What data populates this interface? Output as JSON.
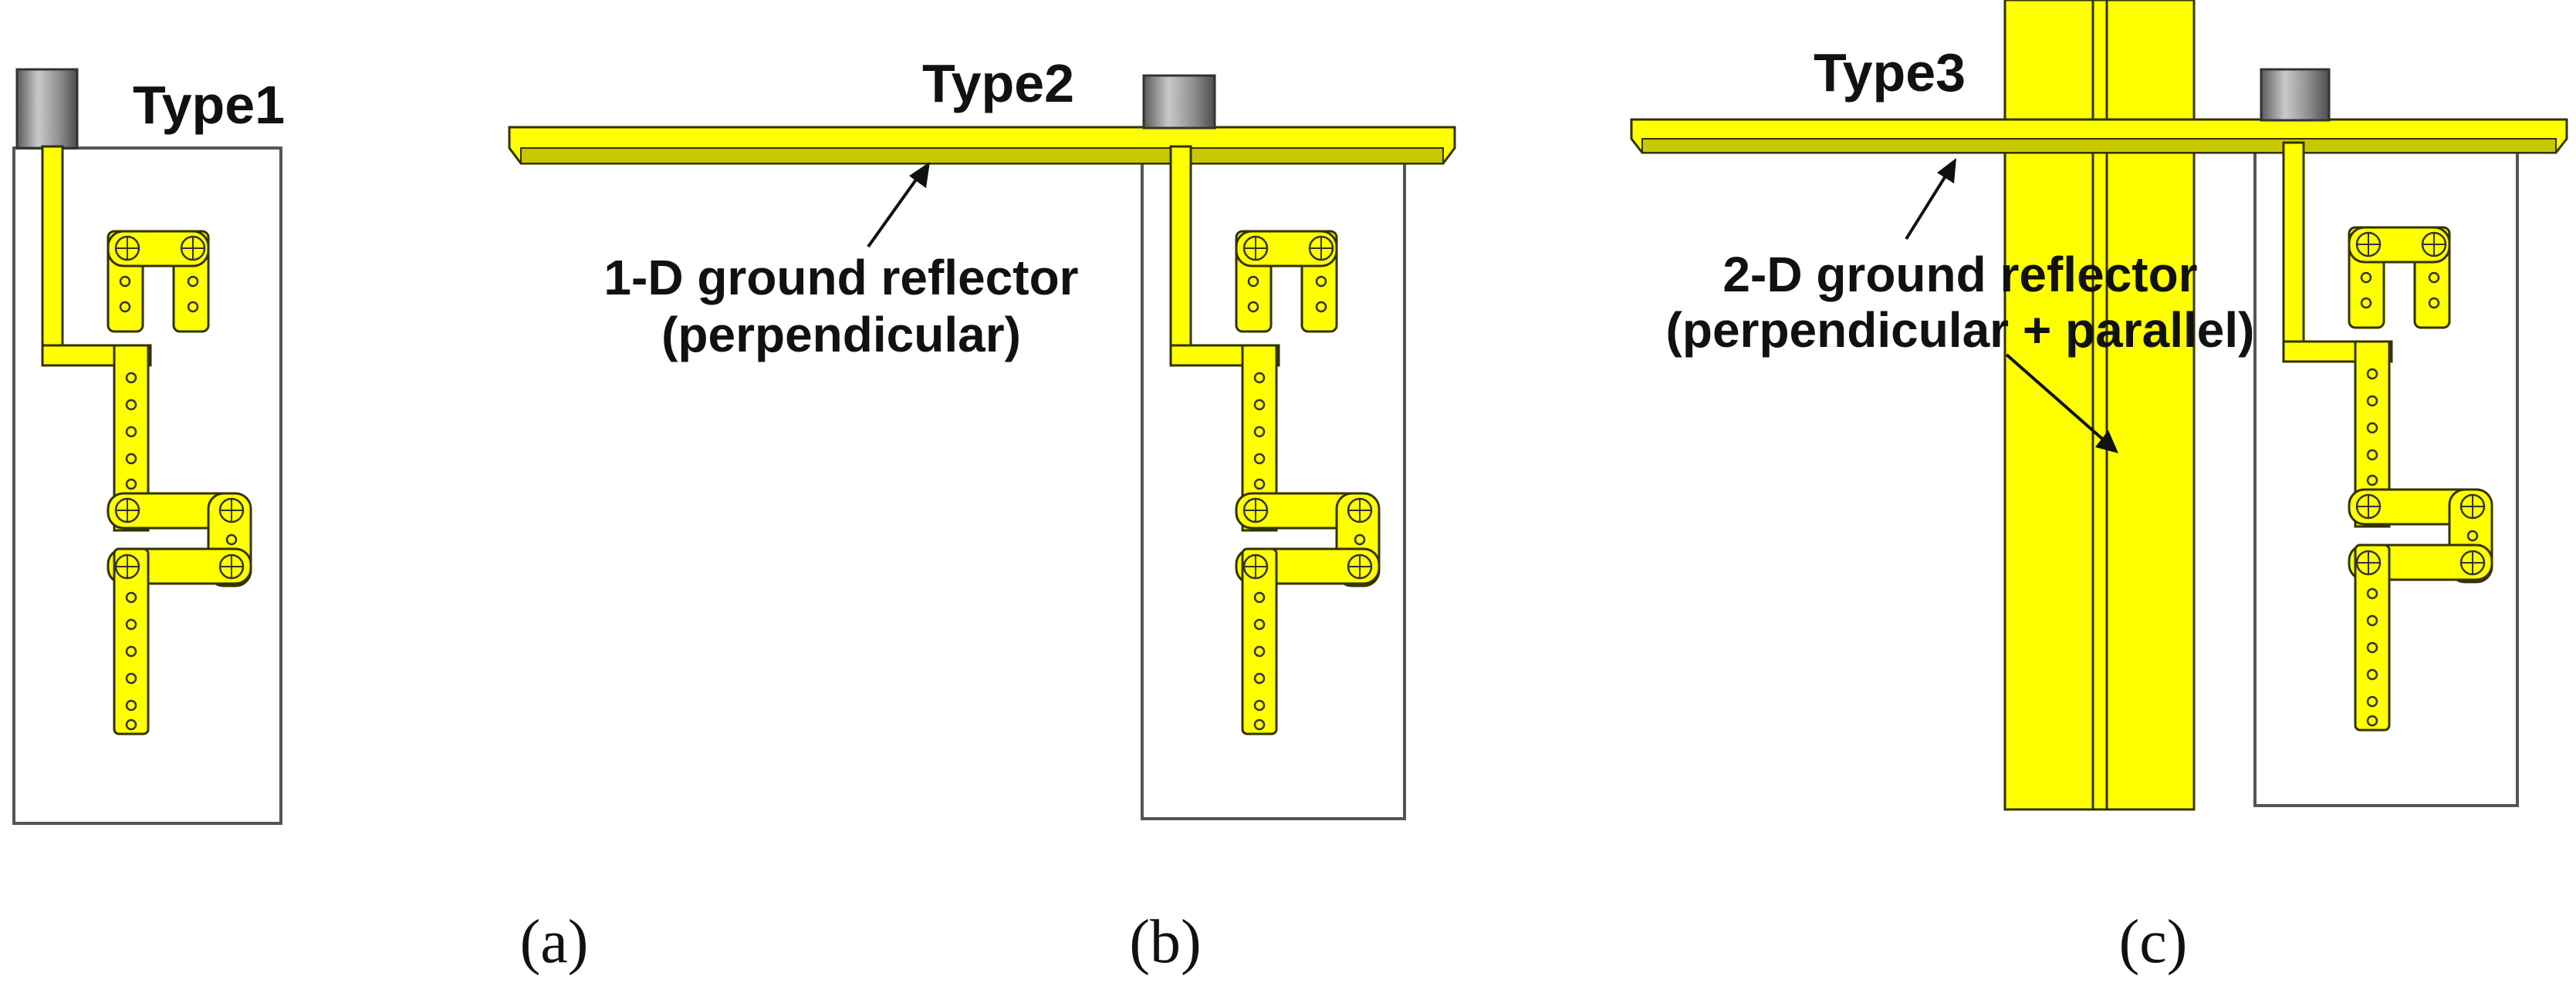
{
  "panels": [
    {
      "type_label": "Type1",
      "caption": "(a)",
      "annotation": null
    },
    {
      "type_label": "Type2",
      "caption": "(b)",
      "annotation": {
        "line1": "1-D ground reflector",
        "line2": "(perpendicular)"
      }
    },
    {
      "type_label": "Type3",
      "caption": "(c)",
      "annotation": {
        "line1": "2-D ground reflector",
        "line2": "(perpendicular + parallel)"
      }
    }
  ],
  "colors": {
    "metal": "#ffff00",
    "board_outline": "#555555",
    "connector": "#8a8a8a"
  }
}
